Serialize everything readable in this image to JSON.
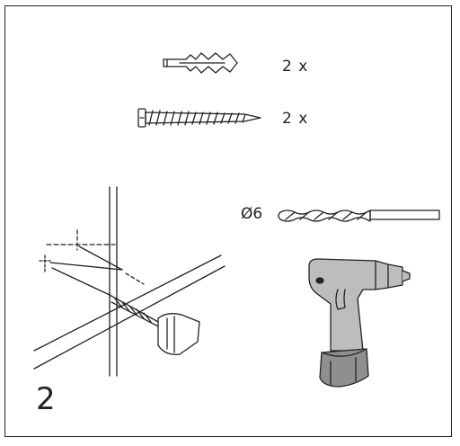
{
  "instruction": {
    "step_number": "2",
    "parts": [
      {
        "name": "wall plug",
        "icon": "wall-plug-icon",
        "quantity": "2 x"
      },
      {
        "name": "screw",
        "icon": "screw-icon",
        "quantity": "2 x"
      }
    ],
    "drill_bit_diameter": "Ø6"
  },
  "colors": {
    "line": "#222222",
    "drill_body": "#bdbdbd",
    "drill_battery": "#8f8f8f"
  }
}
